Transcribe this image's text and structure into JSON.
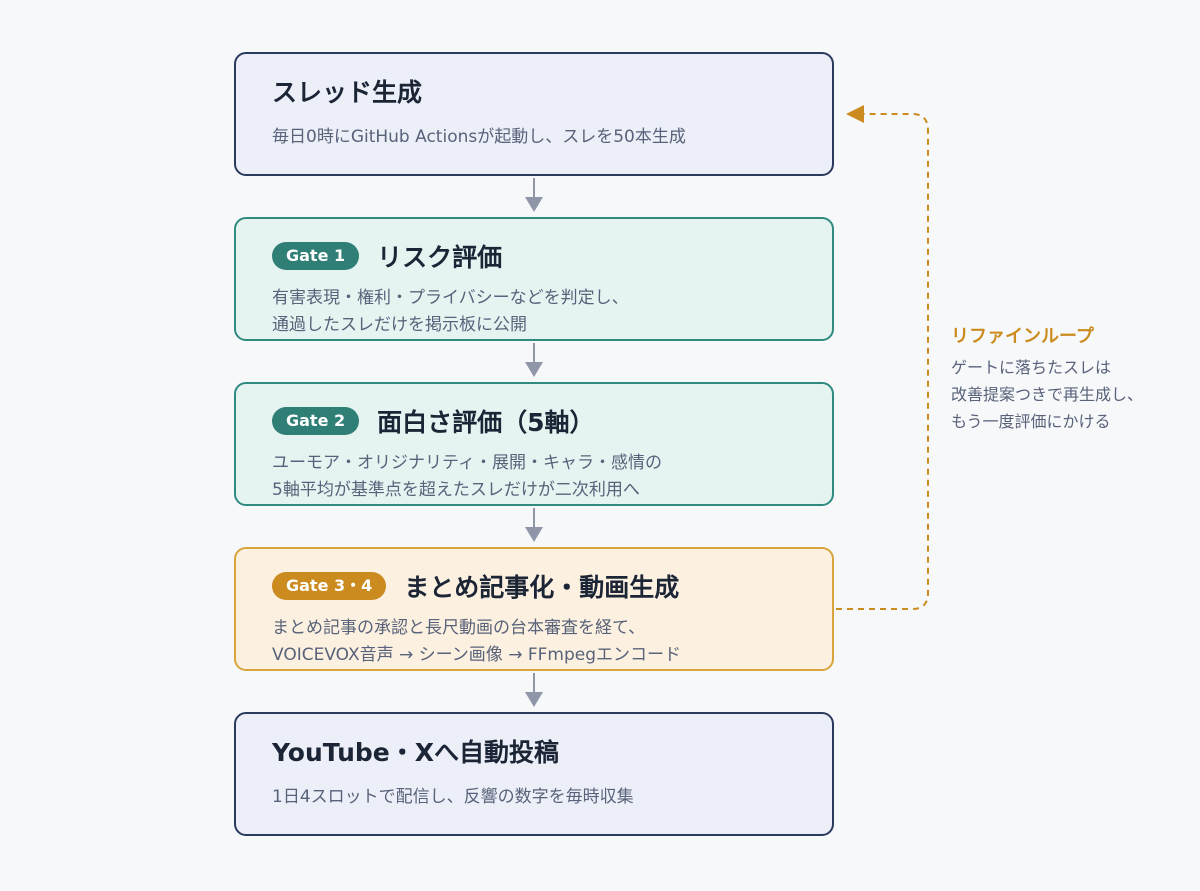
{
  "steps": [
    {
      "title": "スレッド生成",
      "desc_lines": [
        "毎日0時にGitHub Actionsが起動し、スレを50本生成"
      ]
    },
    {
      "badge": "Gate 1",
      "title": "リスク評価",
      "desc_lines": [
        "有害表現・権利・プライバシーなどを判定し、",
        "通過したスレだけを掲示板に公開"
      ]
    },
    {
      "badge": "Gate 2",
      "title": "面白さ評価（5軸）",
      "desc_lines": [
        "ユーモア・オリジナリティ・展開・キャラ・感情の",
        "5軸平均が基準点を超えたスレだけが二次利用へ"
      ]
    },
    {
      "badge": "Gate 3・4",
      "title": "まとめ記事化・動画生成",
      "desc_lines": [
        "まとめ記事の承認と長尺動画の台本審査を経て、",
        "VOICEVOX音声 → シーン画像 → FFmpegエンコード"
      ]
    },
    {
      "title": "YouTube・Xへ自動投稿",
      "desc_lines": [
        "1日4スロットで配信し、反響の数字を毎時収集"
      ]
    }
  ],
  "loop": {
    "title": "リファインループ",
    "desc_lines": [
      "ゲートに落ちたスレは",
      "改善提案つきで再生成し、",
      "もう一度評価にかける"
    ]
  },
  "colors": {
    "navy": "#2a3a5c",
    "teal": "#2f8a80",
    "gold": "#d9a43b",
    "arrow": "#8f96a8"
  }
}
